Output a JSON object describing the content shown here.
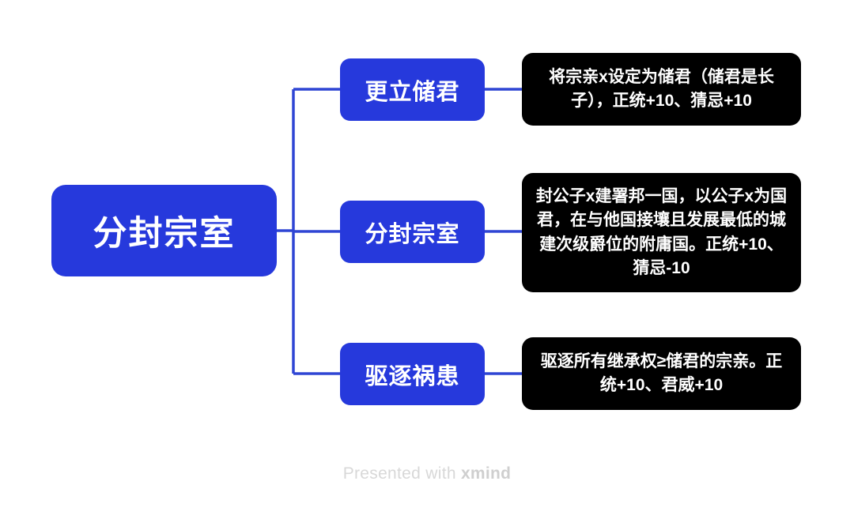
{
  "meta": {
    "accent_color": "#2639dc",
    "leaf_color": "#000000",
    "background_color": "#ffffff",
    "connector_color": "#2f45d4"
  },
  "mindmap": {
    "root": {
      "label": "分封宗室"
    },
    "branches": [
      {
        "label": "更立储君",
        "detail": "将宗亲x设定为储君（储君是长子），正统+10、猜忌+10"
      },
      {
        "label": "分封宗室",
        "detail": "封公子x建署邦一国，以公子x为国君，在与他国接壤且发展最低的城建次级爵位的附庸国。正统+10、猜忌-10"
      },
      {
        "label": "驱逐祸患",
        "detail": "驱逐所有继承权≥储君的宗亲。正统+10、君威+10"
      }
    ]
  },
  "footer": {
    "prefix": "Presented with ",
    "brand": "xmind"
  }
}
